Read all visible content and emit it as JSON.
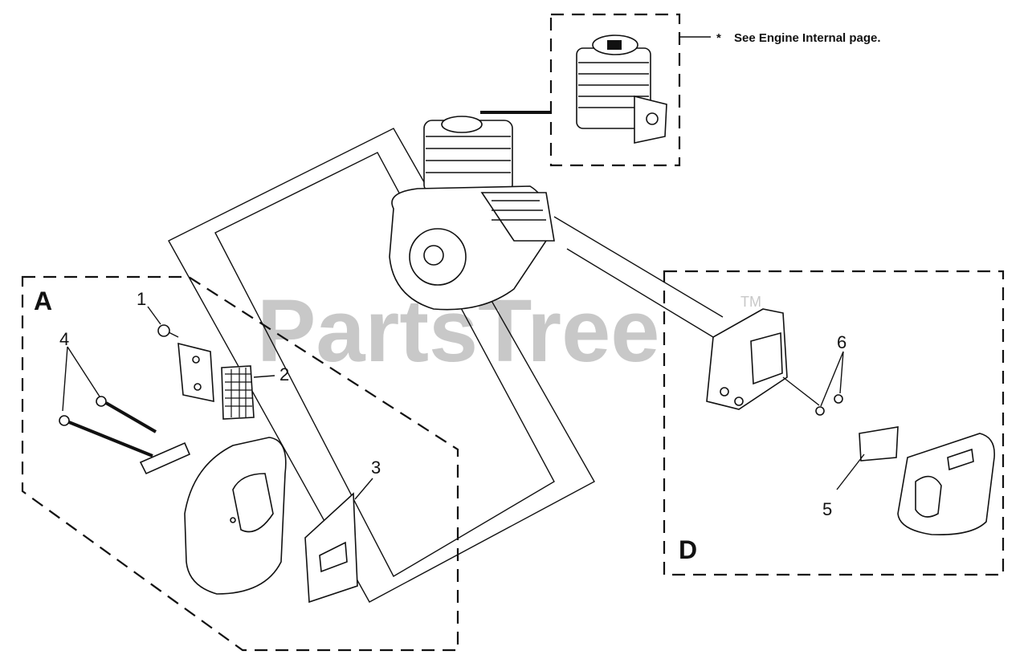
{
  "note": {
    "marker": "*",
    "text": "See Engine Internal page."
  },
  "watermark": {
    "text": "PartsTree",
    "trademark": "TM"
  },
  "sections": {
    "a": "A",
    "d": "D"
  },
  "callouts": [
    "1",
    "2",
    "3",
    "4",
    "5",
    "6"
  ]
}
